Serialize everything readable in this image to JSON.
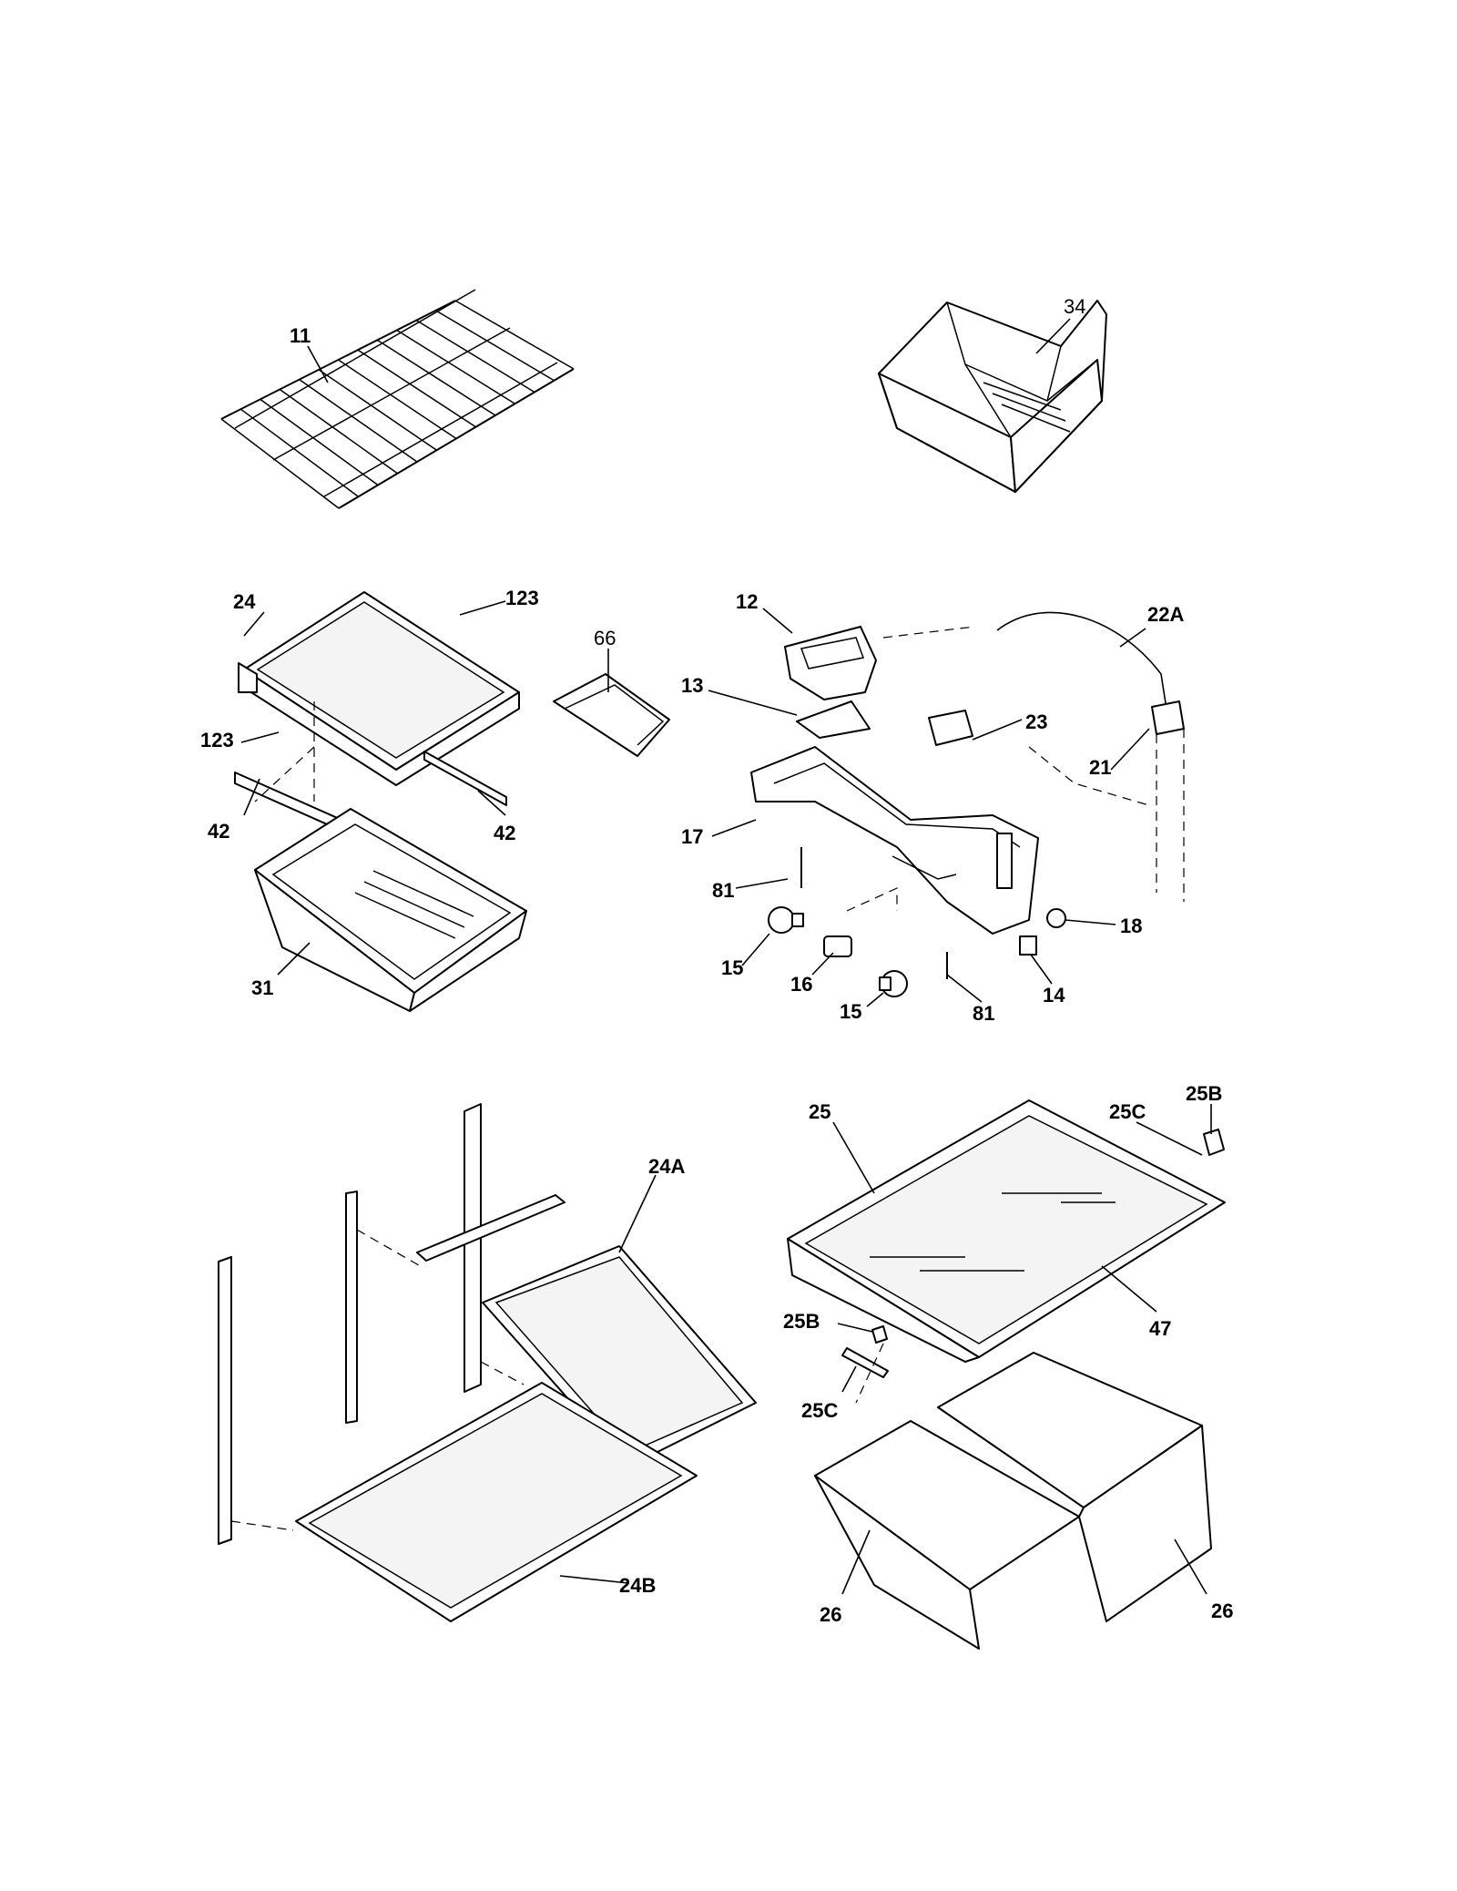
{
  "callouts": {
    "c11": "11",
    "c34": "34",
    "c24": "24",
    "c123a": "123",
    "c123b": "123",
    "c66": "66",
    "c42a": "42",
    "c42b": "42",
    "c31": "31",
    "c12": "12",
    "c13": "13",
    "c22A": "22A",
    "c23": "23",
    "c21": "21",
    "c17": "17",
    "c81a": "81",
    "c81b": "81",
    "c15a": "15",
    "c15b": "15",
    "c16": "16",
    "c18": "18",
    "c14": "14",
    "c24A": "24A",
    "c24B": "24B",
    "c25": "25",
    "c25Ca": "25C",
    "c25Cb": "25C",
    "c25Ba": "25B",
    "c25Bb": "25B",
    "c47": "47",
    "c26a": "26",
    "c26b": "26"
  }
}
